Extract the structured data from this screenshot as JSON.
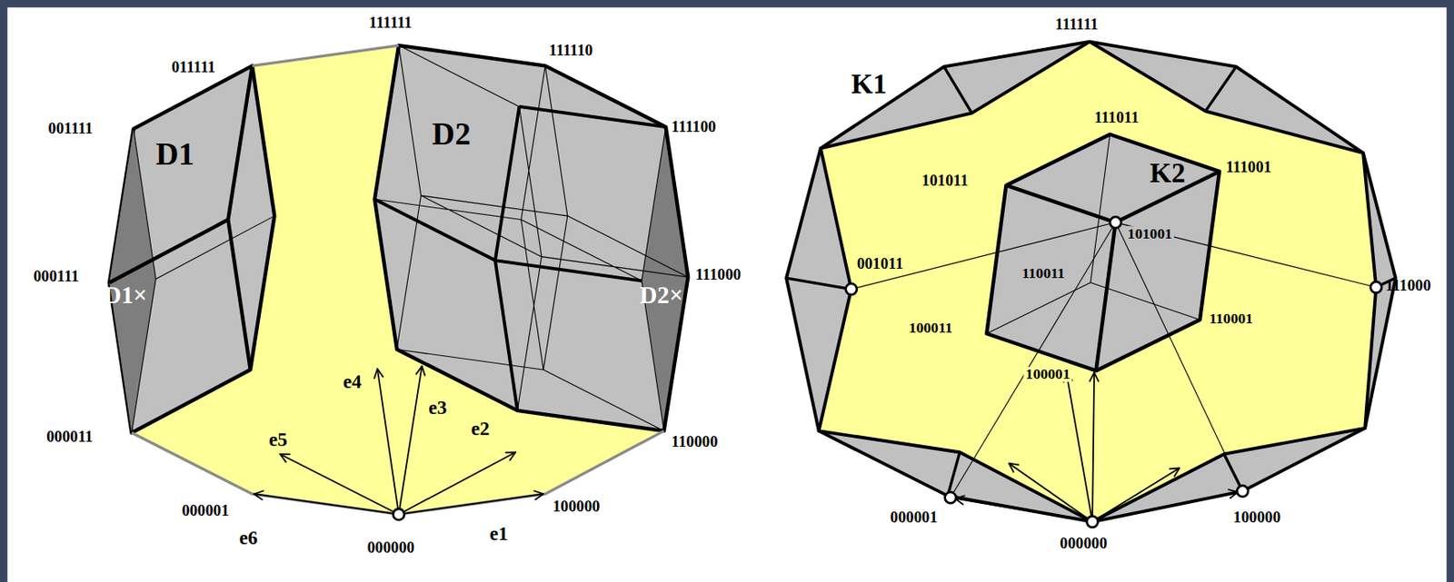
{
  "diagram": {
    "labels": [
      "111111",
      "011111",
      "111110",
      "001111",
      "D1",
      "D2",
      "111100",
      "000111",
      "D1×",
      "111000",
      "D2×",
      "000011",
      "110000",
      "e5",
      "e4",
      "e3",
      "e2",
      "000001",
      "100000",
      "e6",
      "000000",
      "e1",
      "111111",
      "K1",
      "111011",
      "101011",
      "K2",
      "111001",
      "101001",
      "001011",
      "111000",
      "110011",
      "100011",
      "110001",
      "100001",
      "000001",
      "000000",
      "100000"
    ]
  }
}
